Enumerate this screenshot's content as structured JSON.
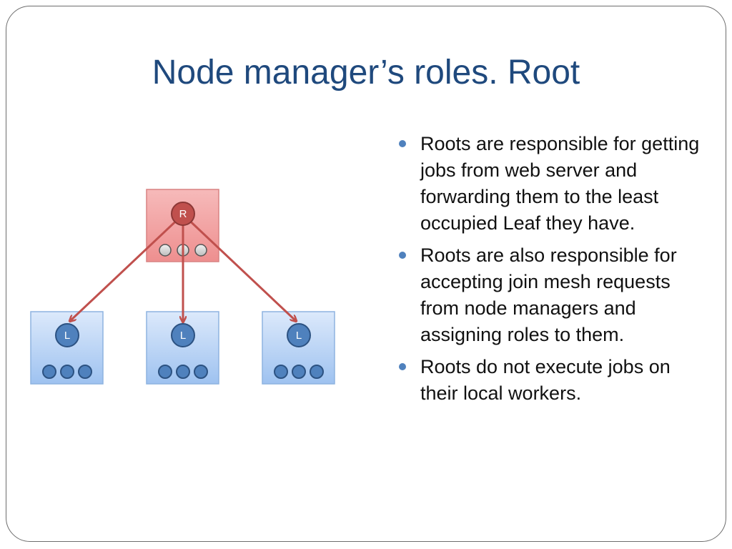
{
  "slide": {
    "title": "Node manager’s roles. Root",
    "bullets": [
      "Roots are responsible for getting jobs from web server and forwarding them to the least occupied Leaf they have.",
      "Roots are also responsible for accepting join mesh requests from node managers and assigning roles to them.",
      "Roots do not execute jobs on their local workers."
    ]
  },
  "diagram": {
    "root": {
      "label": "R",
      "worker_count": 3
    },
    "leaves": [
      {
        "label": "L",
        "worker_count": 3
      },
      {
        "label": "L",
        "worker_count": 3
      },
      {
        "label": "L",
        "worker_count": 3
      }
    ],
    "colors": {
      "root_fill": "#f19c9c",
      "root_circle": "#c0504d",
      "leaf_fill": "#b9d3f5",
      "leaf_circle": "#4f81bd",
      "arrow": "#c0504d",
      "title": "#1f497d"
    }
  }
}
